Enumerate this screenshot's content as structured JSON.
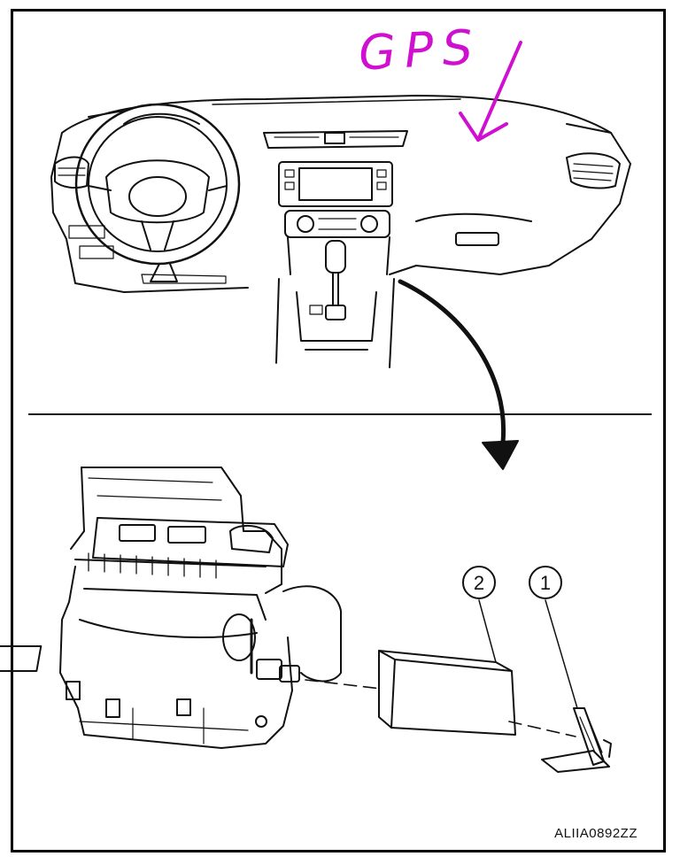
{
  "annotation": {
    "text": "GPS",
    "color": "#d010d0"
  },
  "callouts": [
    {
      "label": "1"
    },
    {
      "label": "2"
    }
  ],
  "figure": {
    "code": "ALIIA0892ZZ"
  }
}
